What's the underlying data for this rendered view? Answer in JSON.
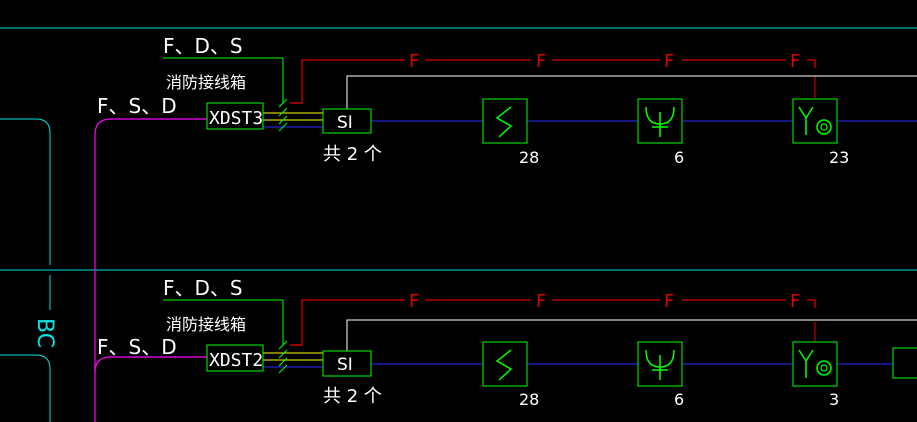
{
  "colors": {
    "background": "#000000",
    "cyan": "#00E5E5",
    "red": "#E00000",
    "yellow": "#FFFF00",
    "blue": "#2A2AFF",
    "green": "#00FF00",
    "magenta": "#FF00FF",
    "white": "#FFFFFF"
  },
  "left_label": "BC",
  "rows": [
    {
      "top_label": "F、D、S",
      "box_caption": "消防接线箱",
      "left_feed_label": "F、S、D",
      "junction_box_label": "XDST3",
      "si_label": "SI",
      "count_text": "共 2 个",
      "red_line_labels": [
        "F",
        "F",
        "F",
        "F"
      ],
      "devices": [
        {
          "icon": "smoke-detector-icon",
          "count": "28"
        },
        {
          "icon": "manual-call-point-icon",
          "count": "6"
        },
        {
          "icon": "hydrant-button-icon",
          "count": "23"
        }
      ]
    },
    {
      "top_label": "F、D、S",
      "box_caption": "消防接线箱",
      "left_feed_label": "F、S、D",
      "junction_box_label": "XDST2",
      "si_label": "SI",
      "count_text": "共 2 个",
      "red_line_labels": [
        "F",
        "F",
        "F",
        "F"
      ],
      "devices": [
        {
          "icon": "smoke-detector-icon",
          "count": "28"
        },
        {
          "icon": "manual-call-point-icon",
          "count": "6"
        },
        {
          "icon": "hydrant-button-icon",
          "count": "3"
        }
      ]
    }
  ]
}
